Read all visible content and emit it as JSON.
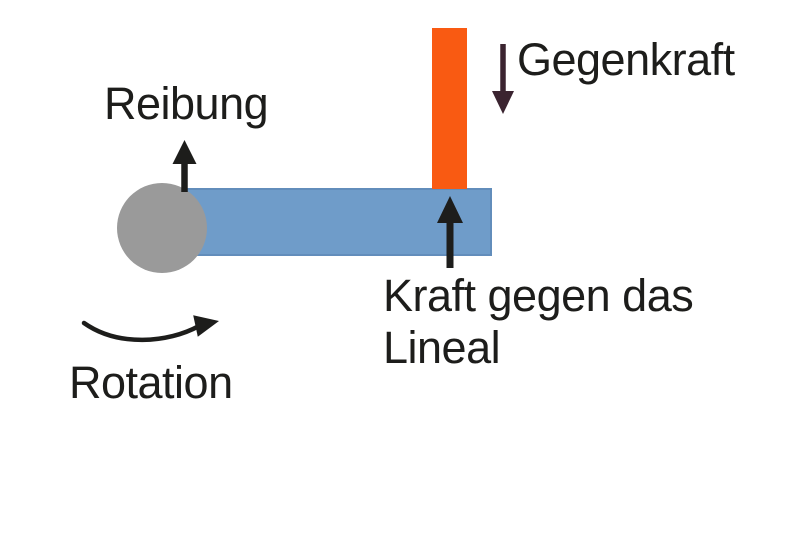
{
  "diagram": {
    "labels": {
      "reibung": "Reibung",
      "gegenkraft": "Gegenkraft",
      "kraft_gegen_das_lineal": "Kraft gegen das Lineal",
      "rotation": "Rotation"
    },
    "arrows": {
      "reibung": {
        "direction": "up"
      },
      "gegenkraft": {
        "direction": "down"
      },
      "kraft_gegen_das_lineal": {
        "direction": "up"
      },
      "rotation": {
        "direction": "right",
        "style": "curved-arc"
      }
    },
    "colors": {
      "background": "#FFFFFF",
      "ruler_blue": "#6F9CC9",
      "rod_orange": "#F95A12",
      "disc_gray": "#9A9A9A",
      "arrow_black": "#1D1D1B",
      "gegenkraft_arrow_plum": "#3B2430",
      "text_black": "#1D1D1B"
    }
  }
}
